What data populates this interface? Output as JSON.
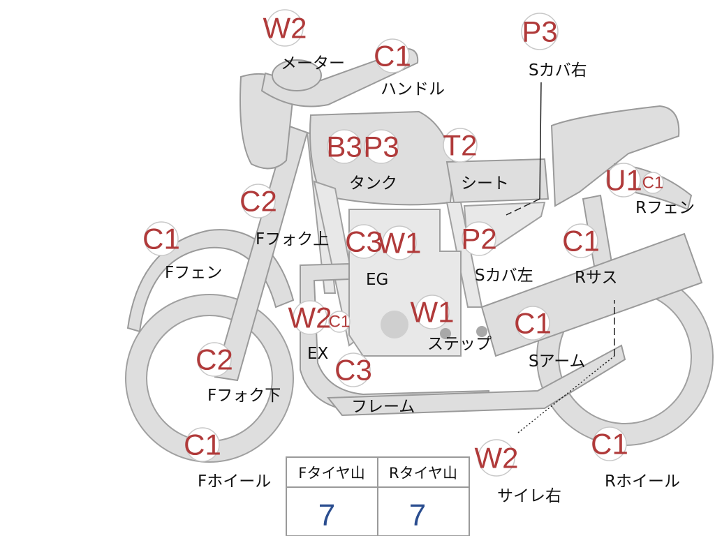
{
  "parts": [
    {
      "id": "meter",
      "grade": "W2",
      "label": "メーター"
    },
    {
      "id": "handle",
      "grade": "C1",
      "label": "ハンドル"
    },
    {
      "id": "s-cover-right",
      "grade": "P3",
      "label": "Sカバ右"
    },
    {
      "id": "tank",
      "grade": "B3",
      "grade2": "P3",
      "label": "タンク"
    },
    {
      "id": "seat",
      "grade": "T2",
      "label": "シート"
    },
    {
      "id": "r-fender",
      "grade": "U1",
      "grade2": "C1",
      "label": "Rフェン"
    },
    {
      "id": "f-fork-upper",
      "grade": "C2",
      "label": "Fフォク上"
    },
    {
      "id": "f-fender",
      "grade": "C1",
      "label": "Fフェン"
    },
    {
      "id": "engine",
      "grade": "C3",
      "grade2": "W1",
      "label": "EG"
    },
    {
      "id": "s-cover-left",
      "grade": "P2",
      "label": "Sカバ左"
    },
    {
      "id": "r-suspension",
      "grade": "C1",
      "label": "Rサス"
    },
    {
      "id": "exhaust",
      "grade": "W2",
      "grade2": "C1",
      "label": "EX"
    },
    {
      "id": "step",
      "grade": "W1",
      "label": "ステップ"
    },
    {
      "id": "swing-arm",
      "grade": "C1",
      "label": "Sアーム"
    },
    {
      "id": "f-fork-lower",
      "grade": "C2",
      "label": "Fフォク下"
    },
    {
      "id": "frame",
      "grade": "C3",
      "label": "フレーム"
    },
    {
      "id": "f-wheel",
      "grade": "C1",
      "label": "Fホイール"
    },
    {
      "id": "silencer-right",
      "grade": "W2",
      "label": "サイレ右"
    },
    {
      "id": "r-wheel",
      "grade": "C1",
      "label": "Rホイール"
    }
  ],
  "tire_table": {
    "front_header": "Fタイヤ山",
    "rear_header": "Rタイヤ山",
    "front_value": "7",
    "rear_value": "7"
  }
}
